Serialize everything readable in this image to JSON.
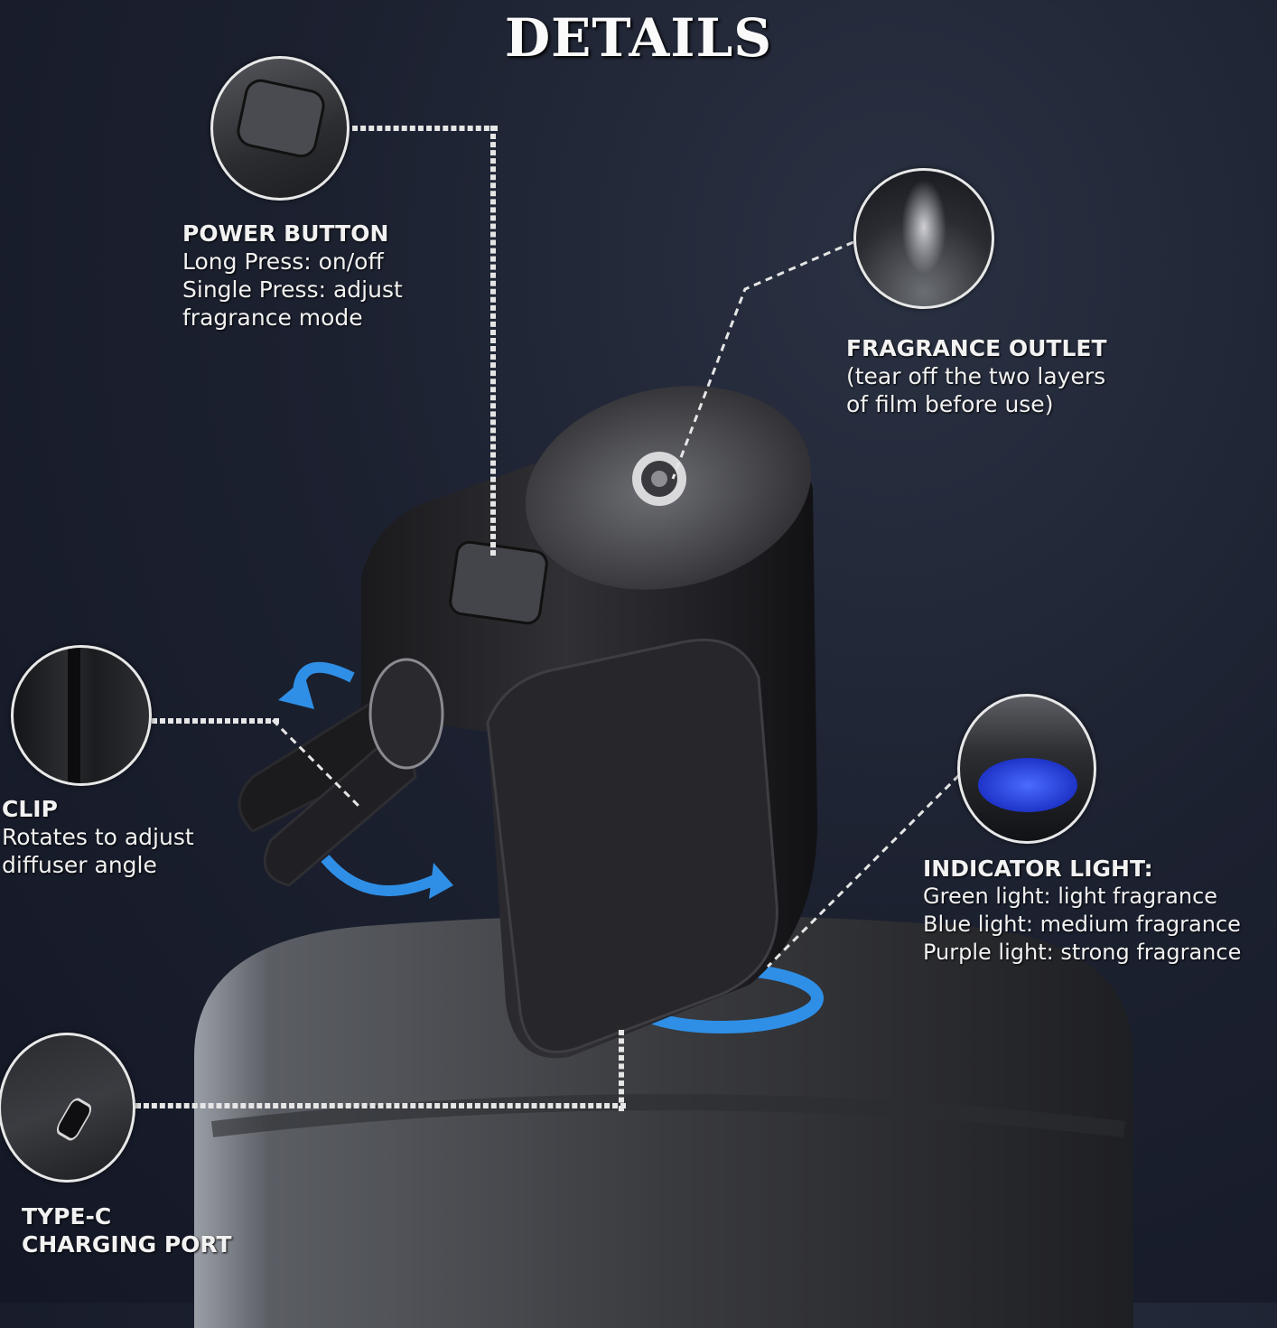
{
  "title": "DETAILS",
  "callouts": {
    "power_button": {
      "heading": "POWER BUTTON",
      "lines": [
        "Long Press: on/off",
        "Single Press: adjust",
        "fragrance mode"
      ],
      "icon": "power-button-closeup"
    },
    "fragrance_outlet": {
      "heading": "FRAGRANCE OUTLET",
      "lines": [
        "(tear off the two layers",
        "of film before use)"
      ],
      "icon": "mist-outlet-closeup"
    },
    "clip": {
      "heading": "CLIP",
      "lines": [
        "Rotates to adjust",
        "diffuser angle"
      ],
      "icon": "vent-clip-closeup"
    },
    "indicator_light": {
      "heading": "INDICATOR LIGHT:",
      "lines": [
        "Green light: light fragrance",
        "Blue light: medium fragrance",
        "Purple light: strong fragrance"
      ],
      "icon": "indicator-light-closeup"
    },
    "type_c": {
      "heading_lines": [
        "TYPE-C",
        "CHARGING PORT"
      ],
      "icon": "usb-c-port-closeup"
    }
  },
  "colors": {
    "background": "#1c2130",
    "accent_blue": "#2f8fe6",
    "indicator_blue": "#2d4cf0",
    "text": "#f2f2f2"
  }
}
